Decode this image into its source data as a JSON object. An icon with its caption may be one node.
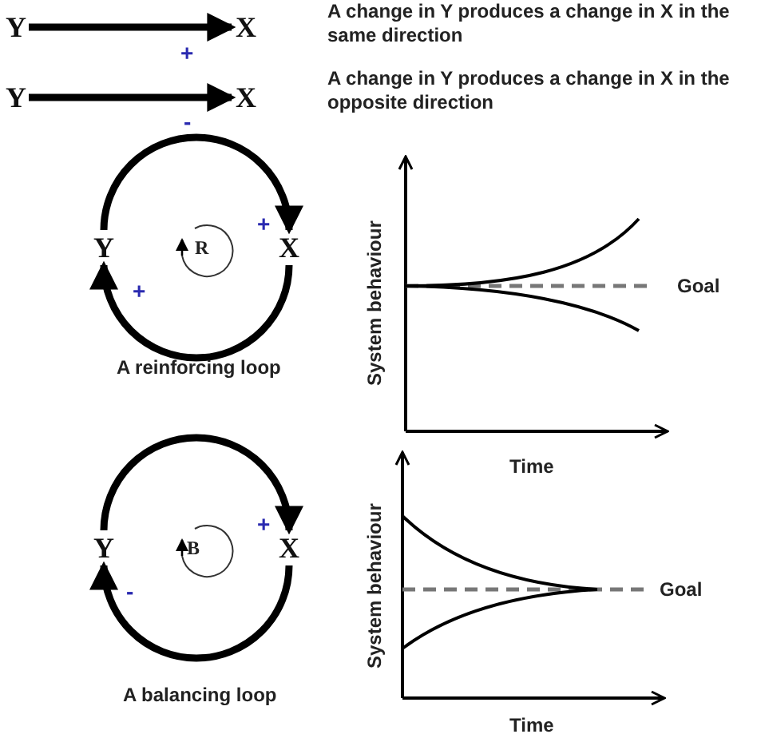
{
  "diagram": {
    "nodes": [
      {
        "text": [
          "Y"
        ]
      },
      {
        "text": [
          "X"
        ]
      },
      {
        "text": [
          "Y"
        ]
      },
      {
        "text": [
          "X"
        ]
      },
      {
        "text": [
          "Y"
        ]
      },
      {
        "text": [
          "X"
        ]
      },
      {
        "text": [
          "Y"
        ]
      },
      {
        "text": [
          "X"
        ]
      }
    ],
    "edges": [
      {
        "from": 0,
        "to": 1,
        "arrow": "to",
        "label": "+"
      },
      {
        "from": 2,
        "to": 3,
        "arrow": "to",
        "label": "-"
      },
      {
        "from": 4,
        "to": 5,
        "arrow": "to",
        "label": "+"
      },
      {
        "from": 5,
        "to": 4,
        "arrow": "to",
        "label": "+"
      },
      {
        "from": 6,
        "to": 7,
        "arrow": "to",
        "label": "+"
      },
      {
        "from": 7,
        "to": 6,
        "arrow": "to",
        "label": "-"
      }
    ],
    "labels": [
      "A change in Y produces a change in X in the same direction",
      "A change in Y produces a change in X in the opposite direction",
      "R",
      "System behaviour",
      "Goal",
      "A reinforcing loop",
      "Time",
      "B",
      "System behaviour",
      "Goal",
      "A balancing loop",
      "Time"
    ]
  }
}
